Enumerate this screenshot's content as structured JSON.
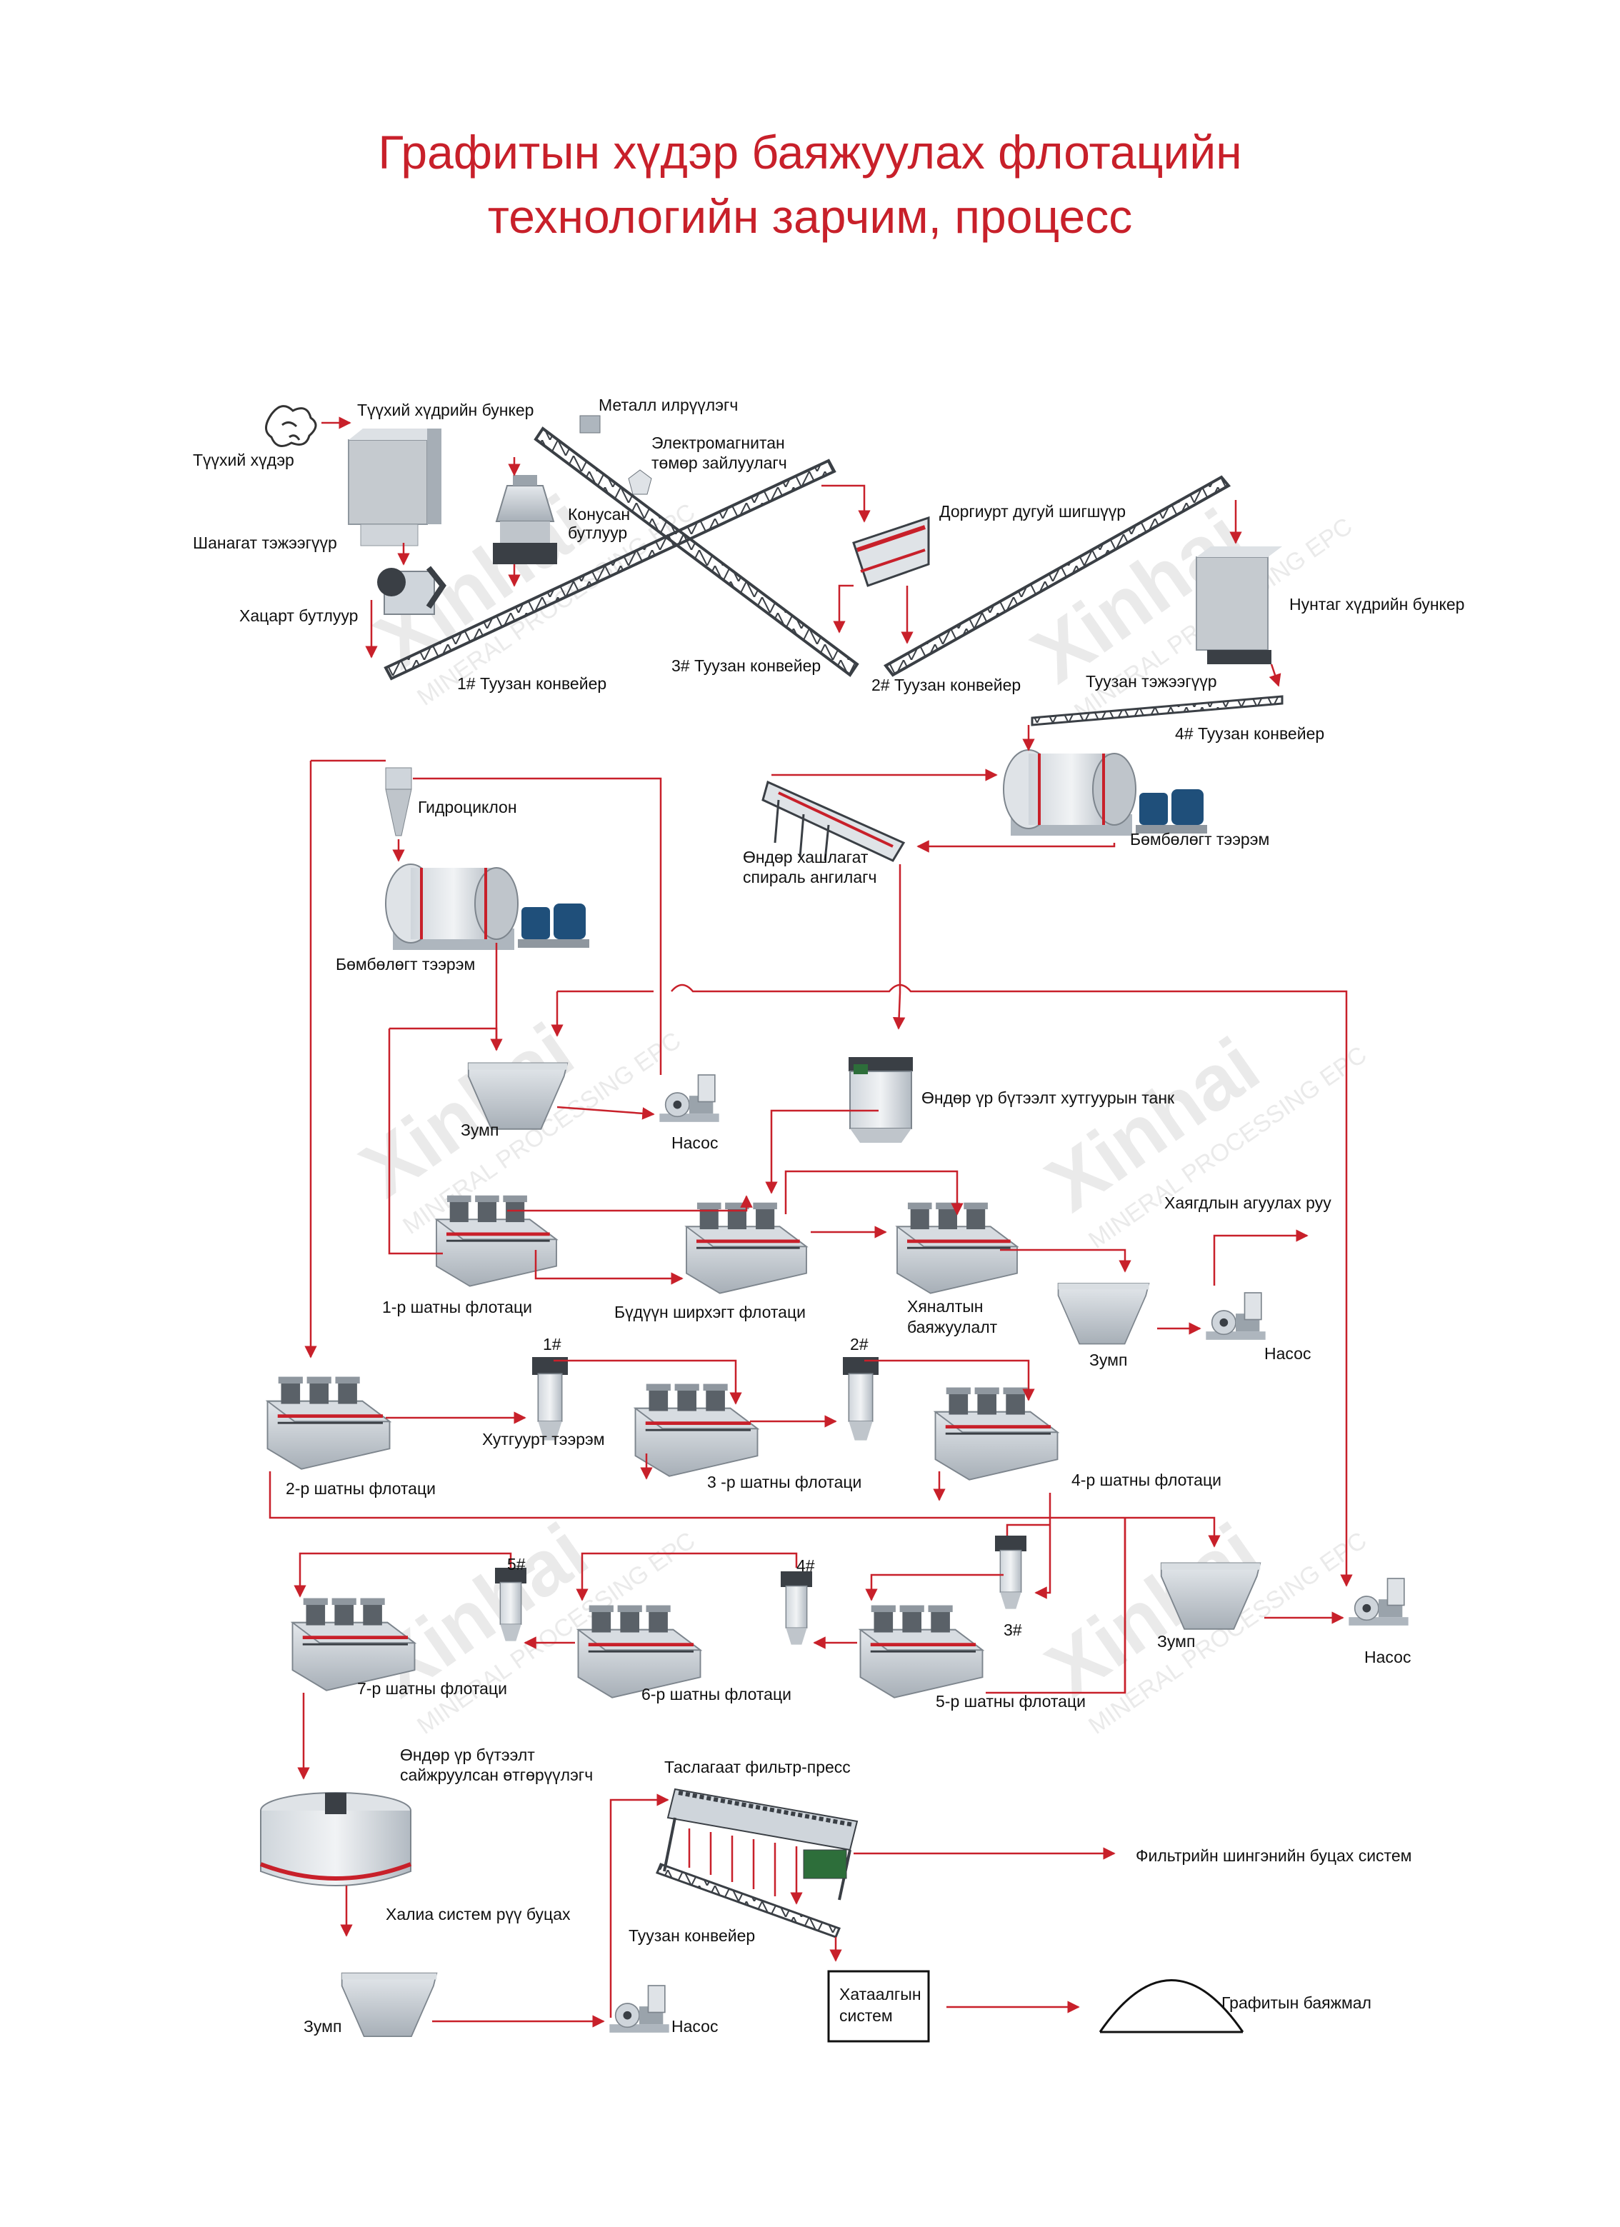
{
  "title": {
    "line1": "Графитын хүдэр баяжуулах флотацийн",
    "line2": "технологийн зарчим, процесс"
  },
  "watermark": {
    "brand": "Xinhai",
    "sub": "MINERAL PROCESSING EPC"
  },
  "colors": {
    "title": "#c8202a",
    "flow_line": "#c8202a",
    "equipment": "#bfc5cb",
    "motor": "#1f4f7a"
  },
  "labels": {
    "raw_ore": "Түүхий хүдэр",
    "raw_bunker": "Түүхий хүдрийн бункер",
    "vib_feeder": "Шанагат тэжээгүүр",
    "jaw_crusher": "Хацарт бутлуур",
    "metal_detector": "Металл илрүүлэгч",
    "magnet_line1": "Электромагнитан",
    "magnet_line2": "төмөр зайлуулагч",
    "cone_line1": "Конусан",
    "cone_line2": "бутлуур",
    "vib_screen": "Доргиурт дугуй шигшүүр",
    "conv1": "1# Туузан конвейер",
    "conv3": "3# Туузан конвейер",
    "conv2": "2# Туузан конвейер",
    "fine_bunker": "Нунтаг хүдрийн бункер",
    "belt_feeder": "Туузан тэжээгүүр",
    "conv4": "4# Туузан конвейер",
    "hydrocyclone": "Гидроциклон",
    "ball_mill_1": "Бөмбөлөгт тээрэм",
    "ball_mill_2": "Бөмбөлөгт тээрэм",
    "spiral_line1": "Өндөр хашлагат",
    "spiral_line2": "спираль ангилагч",
    "agitation_tank": "Өндөр үр бүтээлт хутгуурын танк",
    "sump1": "Зумп",
    "pump1": "Насос",
    "flot1": "1-р шатны флотаци",
    "rough_flot": "Бүдүүн ширхэгт флотаци",
    "scav_line1": "Хяналтын",
    "scav_line2": "баяжуулалт",
    "tailings": "Хаягдлын агуулах руу",
    "sump2": "Зумп",
    "pump2": "Насос",
    "flot2": "2-р шатны флотаци",
    "stirred_mill": "Хутгуурт тээрэм",
    "mark1": "1#",
    "mark2": "2#",
    "flot3": "3 -р шатны флотаци",
    "flot4": "4-р шатны флотаци",
    "mark5": "5#",
    "mark4": "4#",
    "mark3": "3#",
    "flot7": "7-р шатны флотаци",
    "flot6": "6-р шатны флотаци",
    "flot5": "5-р шатны флотаци",
    "sump3": "Зумп",
    "pump3": "Насос",
    "thickener_line1": "Өндөр үр бүтээлт",
    "thickener_line2": "сайжруулсан өтгөрүүлэгч",
    "water_return": "Халиа систем рүү буцах",
    "filter_press": "Таслагаат фильтр-пресс",
    "filtrate_return": "Фильтрийн шингэнийн буцах систем",
    "conveyor_bottom": "Туузан конвейер",
    "sump4": "Зумп",
    "pump4": "Насос",
    "drying_line1": "Хатаалгын",
    "drying_line2": "систем",
    "concentrate": "Графитын баяжмал"
  }
}
